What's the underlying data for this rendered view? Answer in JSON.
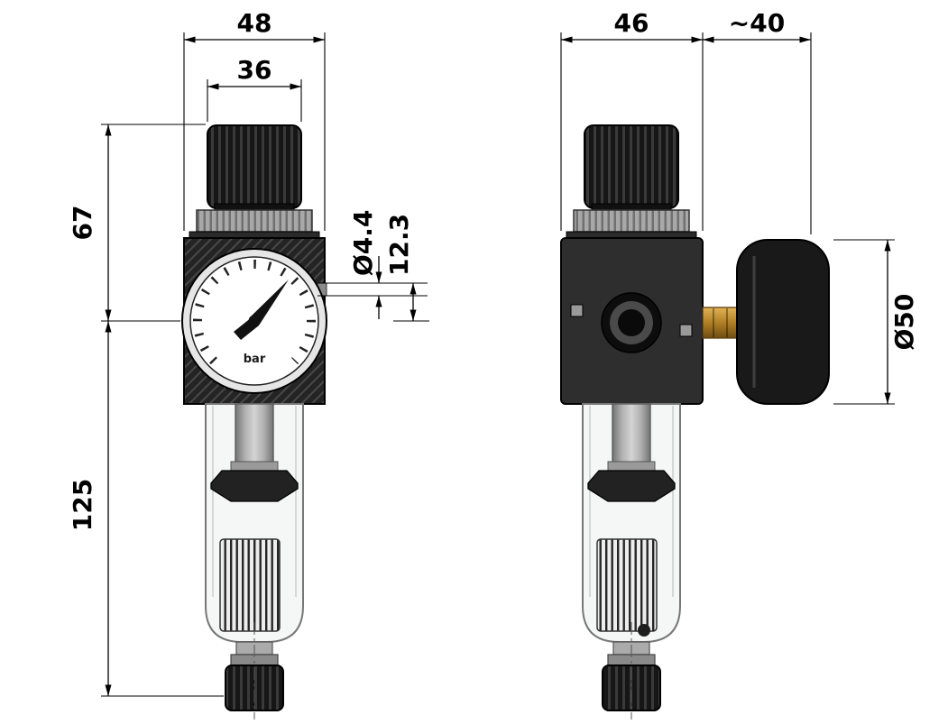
{
  "drawing": {
    "kind": "Technical dimension drawing",
    "subject": "Pneumatic filter-regulator with pressure gauge, front and side views",
    "front_view": {
      "dim_total_width": "48",
      "dim_knob_width": "36",
      "dim_upper_height": "67",
      "dim_bowl_height": "125",
      "dim_port_diameter": "Ø4.4",
      "dim_port_offset": "12.3",
      "gauge_unit": "bar"
    },
    "side_view": {
      "dim_body_width": "46",
      "dim_gauge_depth": "~40",
      "dim_gauge_diameter": "Ø50"
    },
    "colors": {
      "line": "#000000",
      "housing_dark": "#1d1d1d",
      "metal_gray": "#9a9a9a",
      "brass": "#c59a3d",
      "paper": "#ffffff"
    }
  }
}
